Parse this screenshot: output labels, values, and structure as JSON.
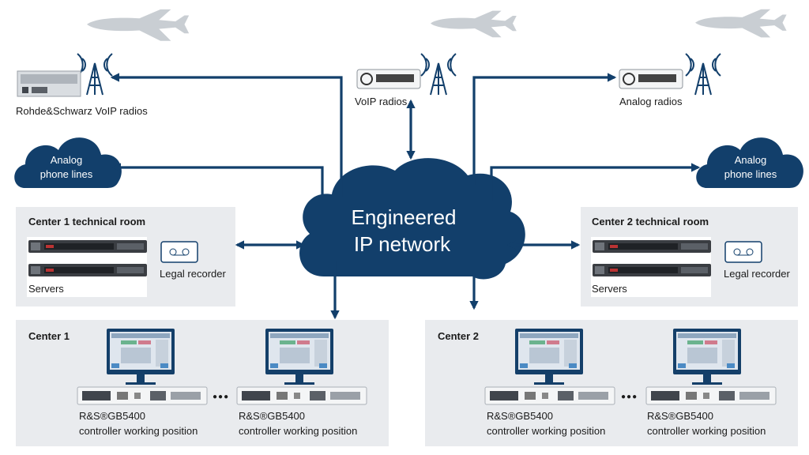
{
  "labels": {
    "rs_voip_radios": "Rohde&Schwarz VoIP radios",
    "voip_radios": "VoIP radios",
    "analog_radios": "Analog radios",
    "analog_phone_left_1": "Analog",
    "analog_phone_left_2": "phone lines",
    "analog_phone_right_1": "Analog",
    "analog_phone_right_2": "phone lines",
    "network_1": "Engineered",
    "network_2": "IP network",
    "center1_tech": "Center 1 technical room",
    "center2_tech": "Center 2 technical room",
    "servers_left": "Servers",
    "servers_right": "Servers",
    "legal_left": "Legal recorder",
    "legal_right": "Legal recorder",
    "center1": "Center 1",
    "center2": "Center 2",
    "wp_name": "R&S®GB5400",
    "wp_role": "controller working position",
    "ellipsis": "●●●"
  },
  "colors": {
    "navy": "#123f6b",
    "panel": "#e9ebee",
    "plane": "#c9ced3"
  },
  "icons": [
    "airplane-icon",
    "radio-tower-icon",
    "radio-device-icon",
    "server-rack-icon",
    "cassette-icon",
    "monitor-icon",
    "cloud-icon"
  ]
}
